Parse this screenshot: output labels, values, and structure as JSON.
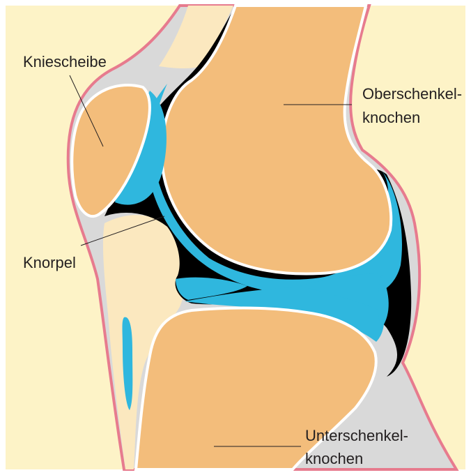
{
  "labels": {
    "kniescheibe": "Kniescheibe",
    "oberschenkel_line1": "Oberschenkel-",
    "oberschenkel_line2": "knochen",
    "knorpel": "Knorpel",
    "unterschenkel_line1": "Unterschenkel-",
    "unterschenkel_line2": "knochen"
  },
  "colors": {
    "background": "#fdf3c7",
    "bone": "#f3bd7b",
    "cartilage": "#2fb7de",
    "joint_space": "#000000",
    "soft_tissue": "#d9d9d9",
    "skin_outline": "#e77b8e",
    "light_tissue": "#fbe8bf",
    "label_text": "#231f20"
  }
}
